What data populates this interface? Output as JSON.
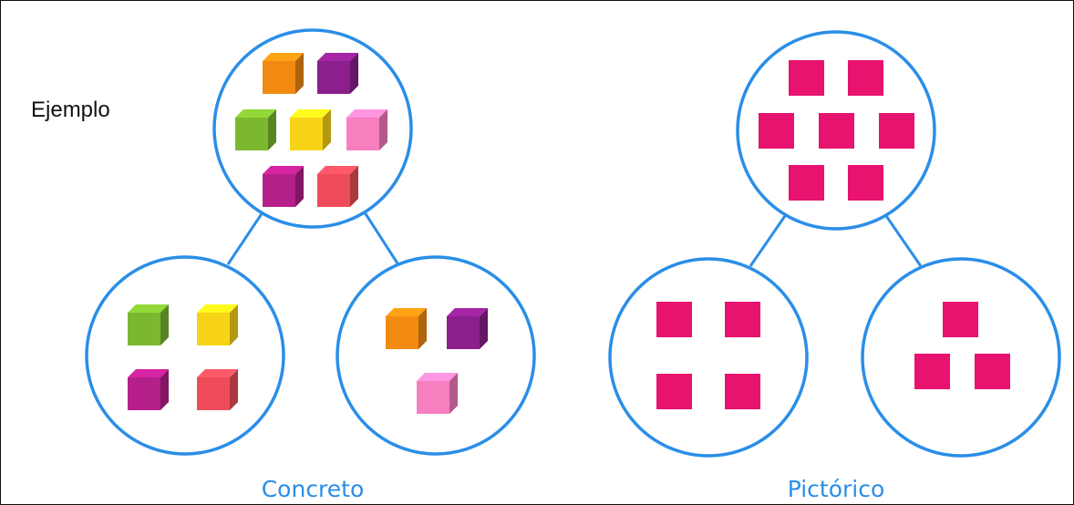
{
  "heading": "Ejemplo",
  "colors": {
    "circle_stroke": "#2a8ee8",
    "caption": "#2a8ee8",
    "pictorial_square": "#e8126f",
    "orange": "#f28a12",
    "purple": "#8c1f8c",
    "green": "#7cb82f",
    "yellow": "#f7d417",
    "pink": "#f77fbf",
    "magenta": "#b51f8a",
    "red": "#ee4c5a"
  },
  "concreto": {
    "caption": "Concreto",
    "whole": [
      "orange",
      "purple",
      "green",
      "yellow",
      "pink",
      "magenta",
      "red"
    ],
    "part_left": [
      "green",
      "yellow",
      "magenta",
      "red"
    ],
    "part_right": [
      "orange",
      "purple",
      "pink"
    ]
  },
  "pictorico": {
    "caption": "Pictórico",
    "whole_count": 7,
    "part_left_count": 4,
    "part_right_count": 3
  }
}
